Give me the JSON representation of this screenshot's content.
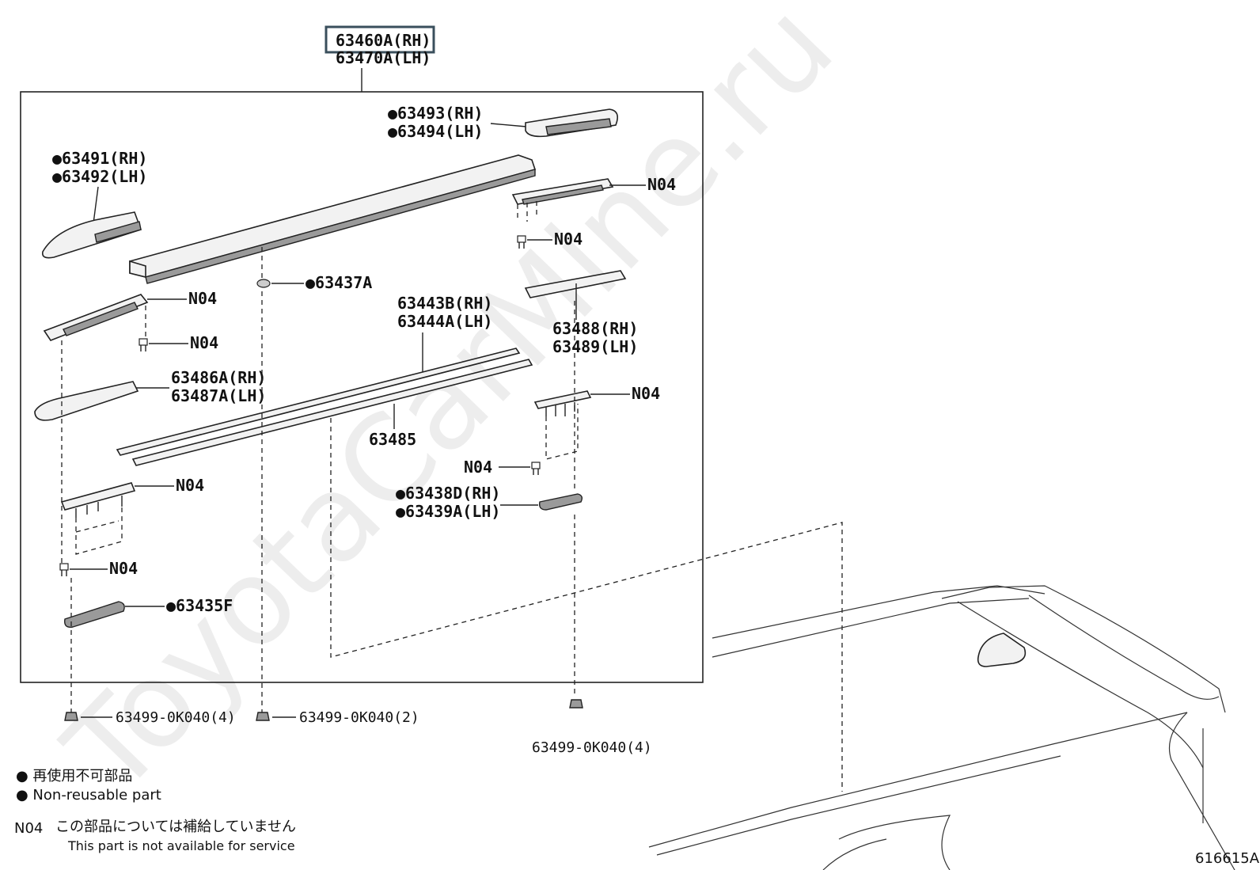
{
  "watermark": "ToyotaCarMine.ru",
  "assembly": {
    "highlight": "63460A(RH)",
    "second": "63470A(LH)"
  },
  "labels": {
    "p63493": "●63493(RH)",
    "p63494": "●63494(LH)",
    "p63491": "●63491(RH)",
    "p63492": "●63492(LH)",
    "p63437a": "●63437A",
    "p63443b": "63443B(RH)",
    "p63444a": "63444A(LH)",
    "p63488": "63488(RH)",
    "p63489": "63489(LH)",
    "p63486a": "63486A(RH)",
    "p63487a": "63487A(LH)",
    "p63485": "63485",
    "p63438d": "●63438D(RH)",
    "p63439a": "●63439A(LH)",
    "p63435f": "●63435F",
    "clip_left": "63499-0K040(4)",
    "clip_mid": "63499-0K040(2)",
    "clip_right": "63499-0K040(4)",
    "n04": "N04"
  },
  "legend": {
    "nonreusable_jp": "● 再使用不可部品",
    "nonreusable_en": "● Non-reusable part",
    "n04_code": "N04",
    "n04_jp": "この部品については補給していません",
    "n04_en": "This part is not available for service"
  },
  "figure_id": "616615A"
}
